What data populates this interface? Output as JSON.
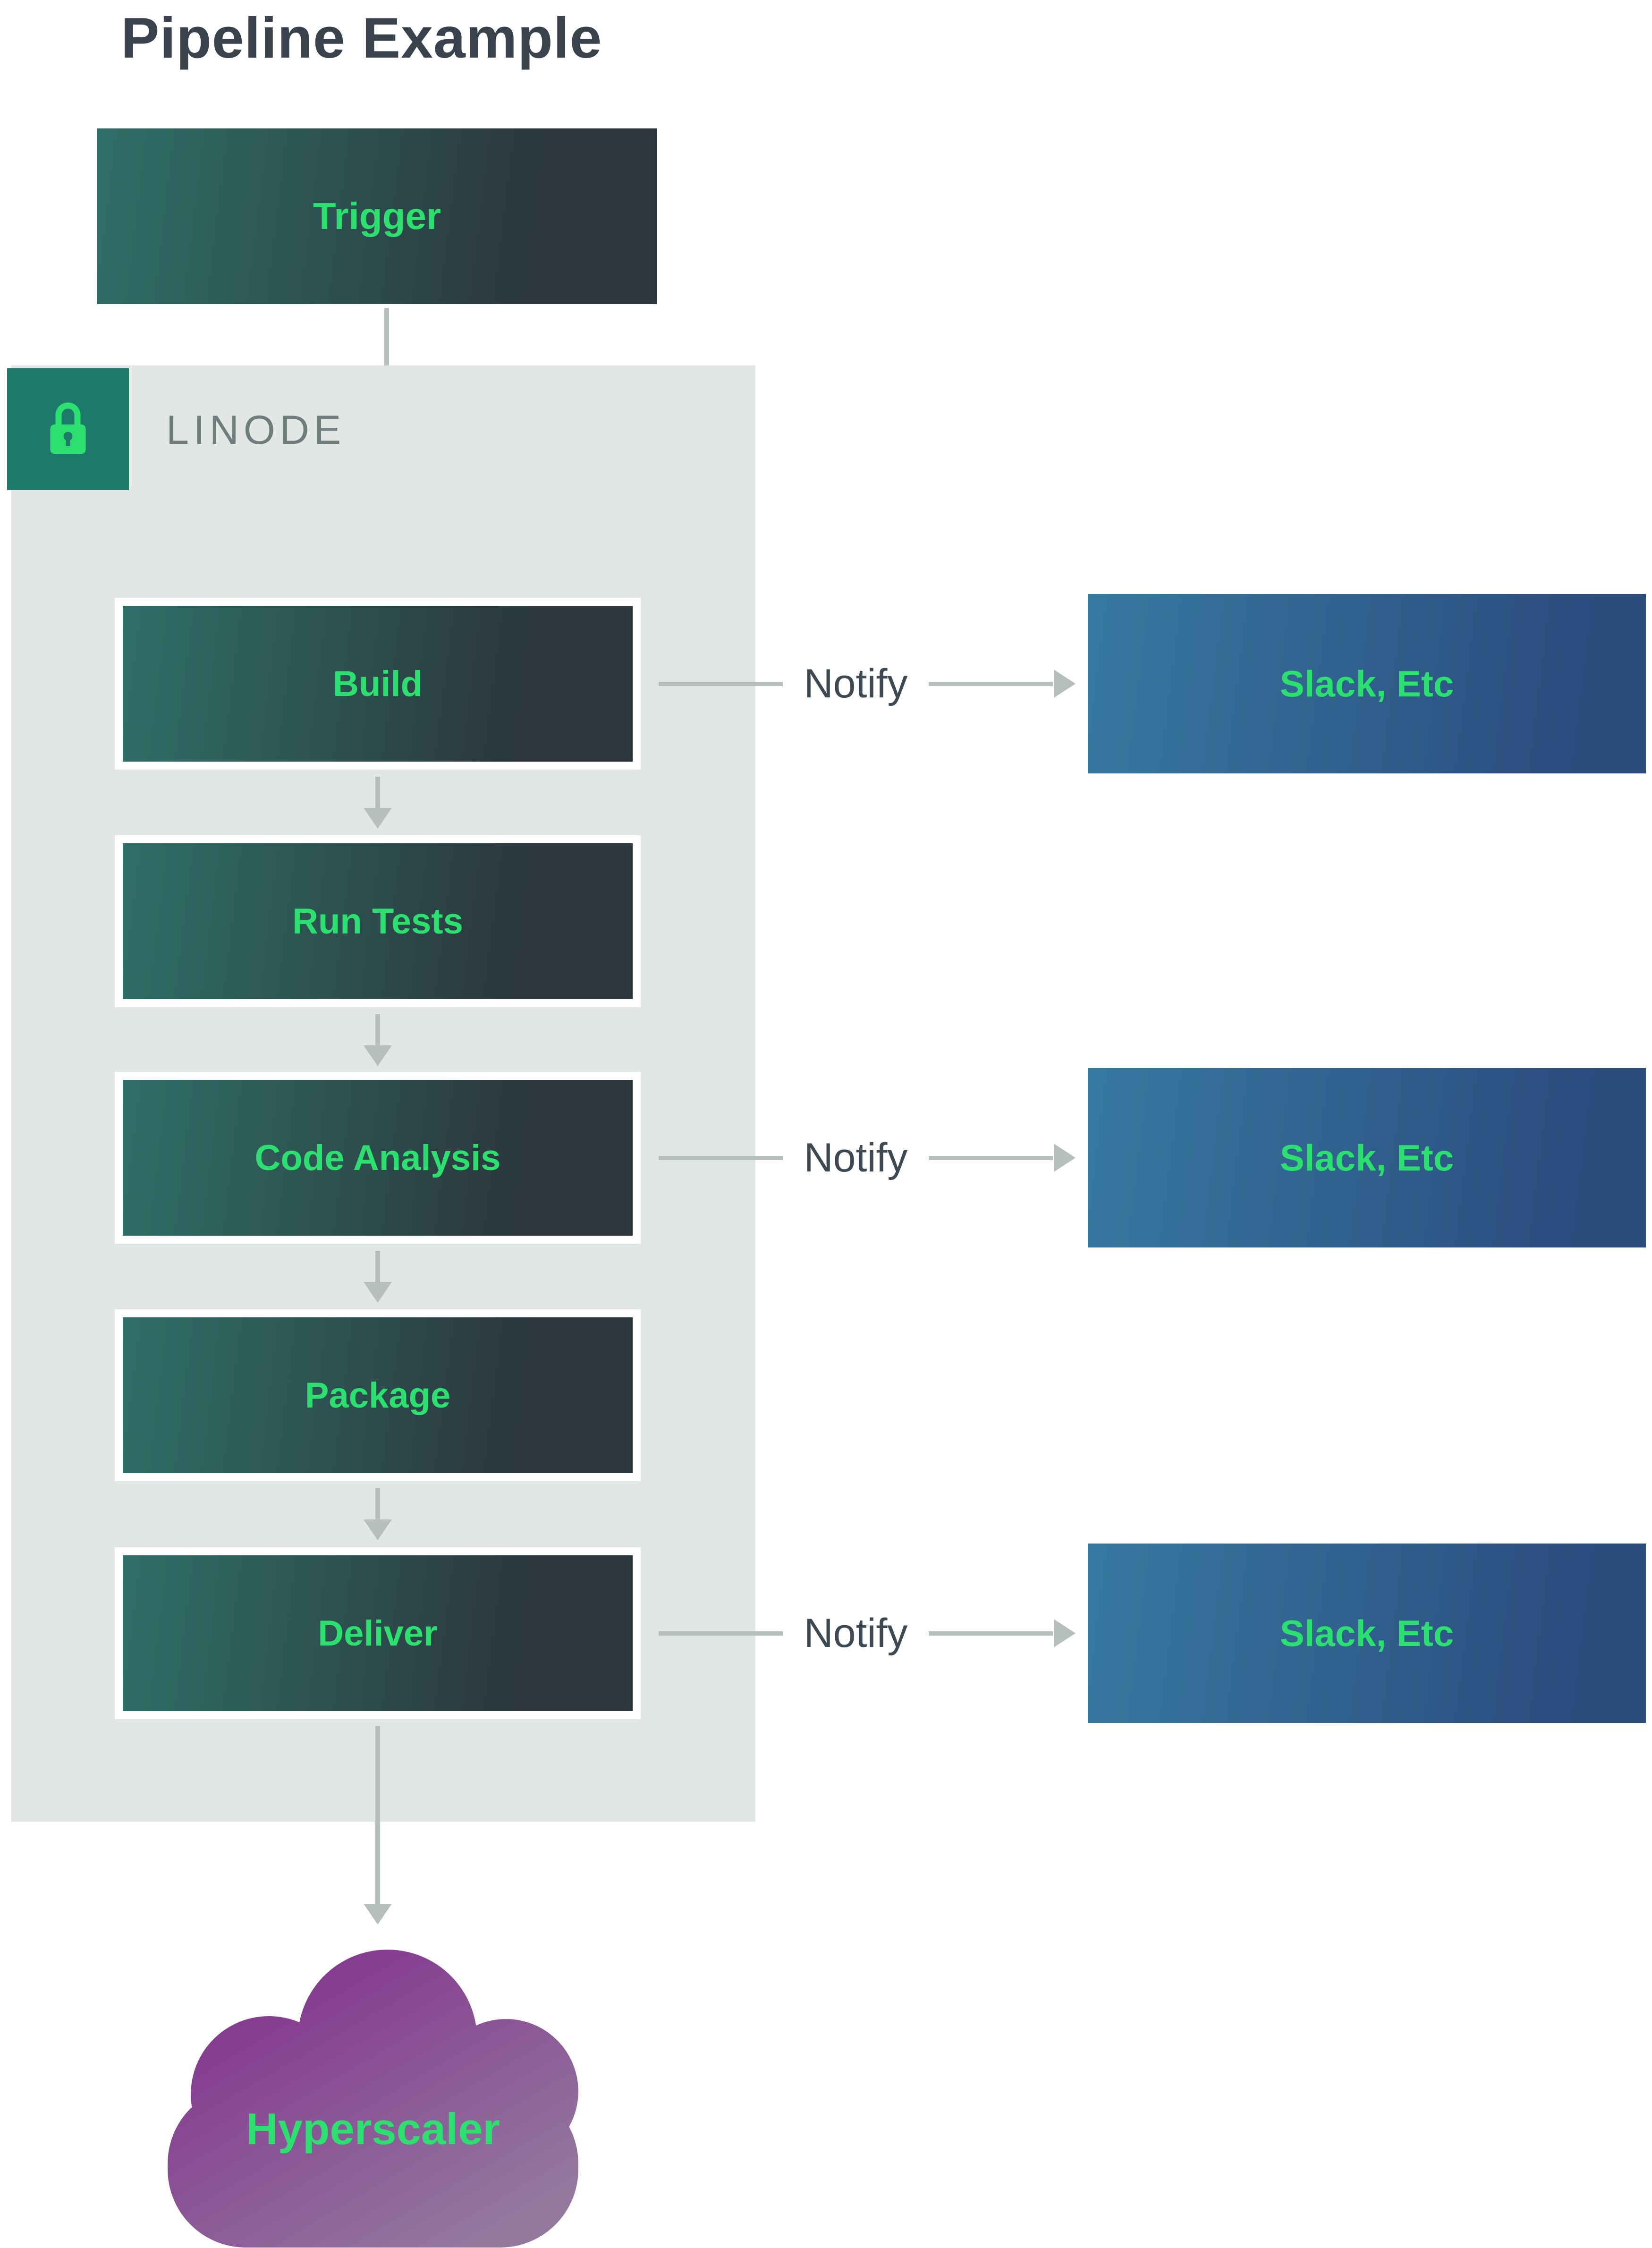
{
  "title": "Pipeline Example",
  "provider": {
    "label": "LINODE"
  },
  "trigger": {
    "label": "Trigger"
  },
  "stages": [
    {
      "label": "Build"
    },
    {
      "label": "Run Tests"
    },
    {
      "label": "Code Analysis"
    },
    {
      "label": "Package"
    },
    {
      "label": "Deliver"
    }
  ],
  "notify": {
    "label": "Notify",
    "target": "Slack, Etc"
  },
  "cloud": {
    "label": "Hyperscaler"
  },
  "colors": {
    "accent_green": "#2ce06f",
    "stage_gradient_start": "#2f6f67",
    "stage_gradient_end": "#2b363d",
    "slack_gradient_start": "#3779a0",
    "slack_gradient_end": "#2b4b7d",
    "container_bg": "#e2e7e6",
    "lock_badge_bg": "#1d7a6b",
    "cloud_gradient_start": "#84358f",
    "cloud_gradient_end": "#93799e",
    "arrow_gray": "#b7bebe",
    "title_color": "#3a424d"
  }
}
